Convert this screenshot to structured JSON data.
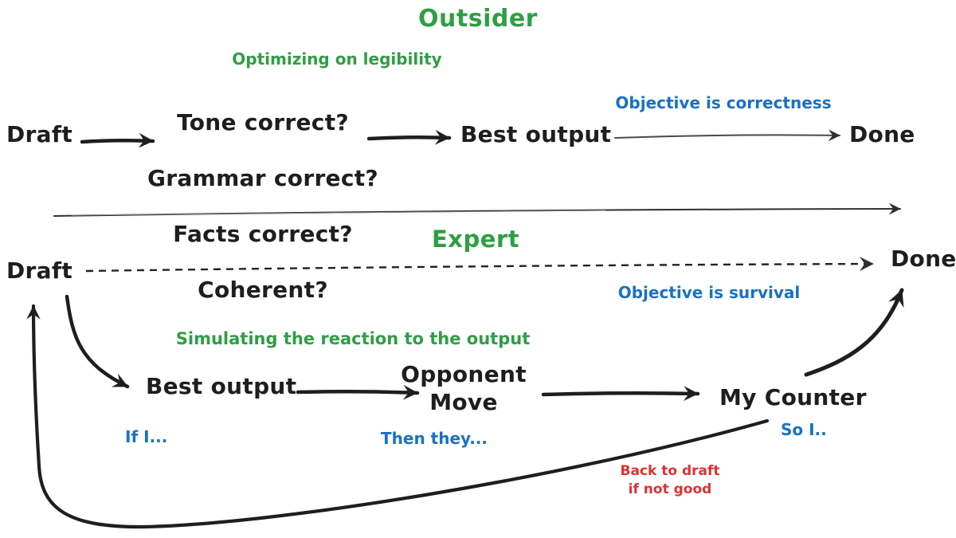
{
  "colors": {
    "green": "#2f9e44",
    "blue": "#1971c2",
    "red": "#e03131",
    "ink": "#1e1e1e",
    "muted_line": "#4a4a4a"
  },
  "outsider": {
    "title": "Outsider",
    "process_note": "Optimizing on legibility",
    "draft": "Draft",
    "checks": [
      "Tone correct?",
      "Grammar correct?",
      "Facts correct?",
      "Coherent?"
    ],
    "best_output": "Best output",
    "objective_note": "Objective is correctness",
    "done": "Done"
  },
  "expert": {
    "title": "Expert",
    "draft": "Draft",
    "done": "Done",
    "objective_note": "Objective is survival",
    "process_note": "Simulating the reaction to the output",
    "best_output": "Best output",
    "opponent_move": "Opponent\nMove",
    "my_counter": "My Counter",
    "if_i": "If I...",
    "then_they": "Then they...",
    "so_i": "So I..",
    "back_to_draft": "Back to draft\nif not good"
  }
}
